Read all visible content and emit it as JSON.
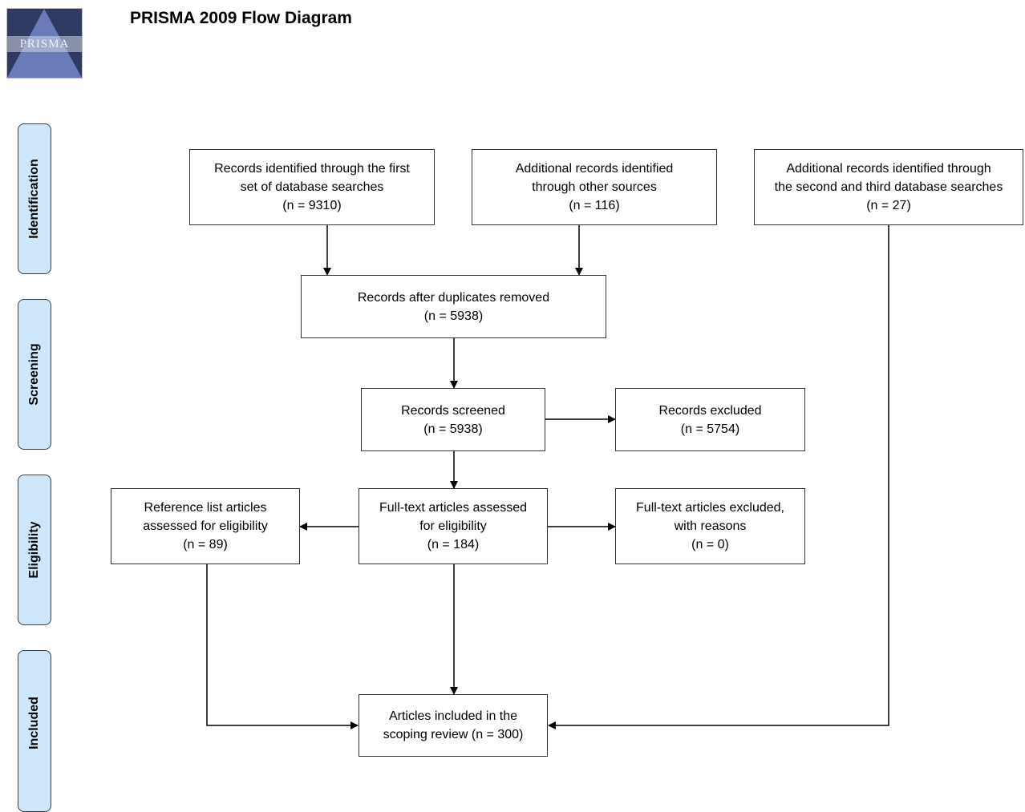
{
  "header": {
    "logo_text": "PRISMA",
    "title": "PRISMA 2009 Flow Diagram"
  },
  "phases": {
    "identification": "Identification",
    "screening": "Screening",
    "eligibility": "Eligibility",
    "included": "Included"
  },
  "boxes": {
    "first_search": {
      "line1": "Records identified through the first",
      "line2": "set of database searches",
      "count": "(n = 9310)"
    },
    "other_sources": {
      "line1": "Additional records identified",
      "line2": "through other sources",
      "count": "(n = 116)"
    },
    "second_third_search": {
      "line1": "Additional records identified through",
      "line2": "the second and third database searches",
      "count": "(n = 27)"
    },
    "duplicates_removed": {
      "line1": "Records after duplicates removed",
      "count": "(n = 5938)"
    },
    "screened": {
      "line1": "Records screened",
      "count": "(n = 5938)"
    },
    "excluded": {
      "line1": "Records excluded",
      "count": "(n = 5754)"
    },
    "reference_list": {
      "line1": "Reference list articles",
      "line2": "assessed for eligibility",
      "count": "(n = 89)"
    },
    "fulltext_assessed": {
      "line1": "Full-text articles assessed",
      "line2": "for eligibility",
      "count": "(n = 184)"
    },
    "fulltext_excluded": {
      "line1": "Full-text articles excluded,",
      "line2": "with reasons",
      "count": "(n = 0)"
    },
    "included": {
      "line1": "Articles included in the",
      "line2": "scoping review (n = 300)"
    }
  }
}
